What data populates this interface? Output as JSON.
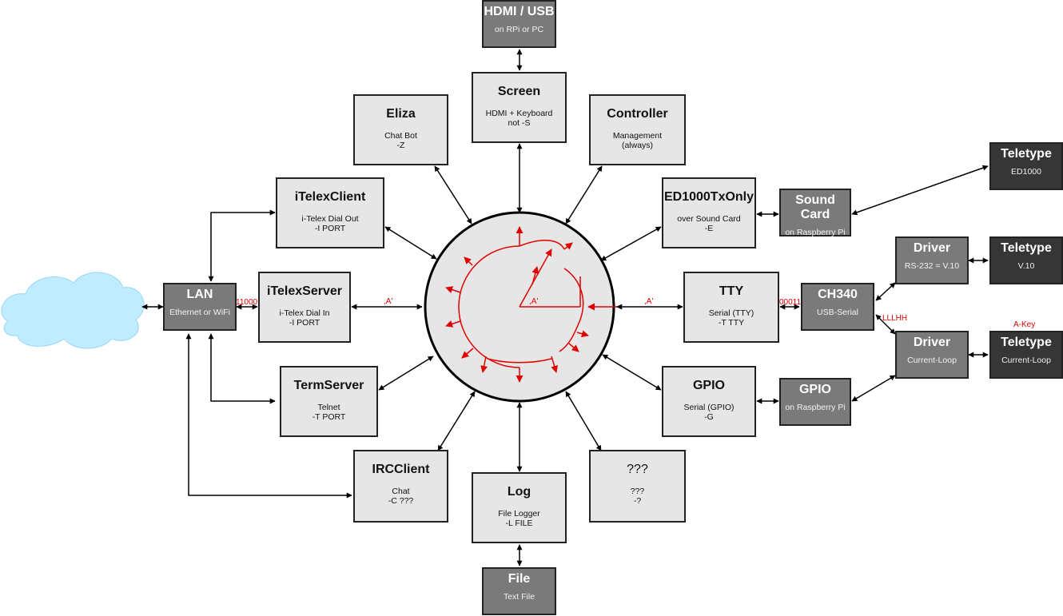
{
  "colors": {
    "module_fill": "#e6e6e6",
    "external_fill": "#7a7a7a",
    "teletype_fill": "#363636",
    "hub_fill": "#e6e6e6",
    "signal_red": "#e00000",
    "cloud_fill": "#bfecff"
  },
  "icons": {
    "cloud": "network-cloud-icon"
  },
  "boxes": {
    "hdmi_usb": {
      "title": "HDMI / USB",
      "sub": "on RPi or PC"
    },
    "screen": {
      "title": "Screen",
      "sub": "HDMI + Keyboard\nnot -S"
    },
    "eliza": {
      "title": "Eliza",
      "sub": "Chat Bot\n-Z"
    },
    "controller": {
      "title": "Controller",
      "sub": "Management\n(always)"
    },
    "itelexclient": {
      "title": "iTelexClient",
      "sub": "i-Telex Dial Out\n-I PORT"
    },
    "ed1000txonly": {
      "title": "ED1000TxOnly",
      "sub": "over Sound Card\n-E"
    },
    "soundcard": {
      "title": "Sound Card",
      "sub": "on Raspberry Pi"
    },
    "teletype_ed1000": {
      "title": "Teletype",
      "sub": "ED1000"
    },
    "driver_rs232": {
      "title": "Driver",
      "sub": "RS-232 = V.10"
    },
    "teletype_v10": {
      "title": "Teletype",
      "sub": "V.10"
    },
    "lan": {
      "title": "LAN",
      "sub": "Ethernet or WiFi"
    },
    "itelexserver": {
      "title": "iTelexServer",
      "sub": "i-Telex Dial In\n-I PORT"
    },
    "tty": {
      "title": "TTY",
      "sub": "Serial (TTY)\n-T TTY"
    },
    "ch340": {
      "title": "CH340",
      "sub": "USB-Serial"
    },
    "driver_cl": {
      "title": "Driver",
      "sub": "Current-Loop"
    },
    "teletype_cl": {
      "title": "Teletype",
      "sub": "Current-Loop"
    },
    "termserver": {
      "title": "TermServer",
      "sub": "Telnet\n-T PORT"
    },
    "gpio_mod": {
      "title": "GPIO",
      "sub": "Serial (GPIO)\n-G"
    },
    "gpio_pi": {
      "title": "GPIO",
      "sub": "on Raspberry Pi"
    },
    "ircclient": {
      "title": "IRCClient",
      "sub": "Chat\n-C ???"
    },
    "unknown": {
      "title": "???",
      "sub": "???\n-?"
    },
    "log": {
      "title": "Log",
      "sub": "File Logger\n-L FILE"
    },
    "file": {
      "title": "File",
      "sub": "Text File"
    }
  },
  "labels": {
    "a_left": ",A'",
    "a_right": ",A'",
    "a_center": ",A'",
    "lan_port": "11000",
    "tty_port": "00011",
    "lllhh": "LLLHH",
    "a_key": "A-Key"
  }
}
